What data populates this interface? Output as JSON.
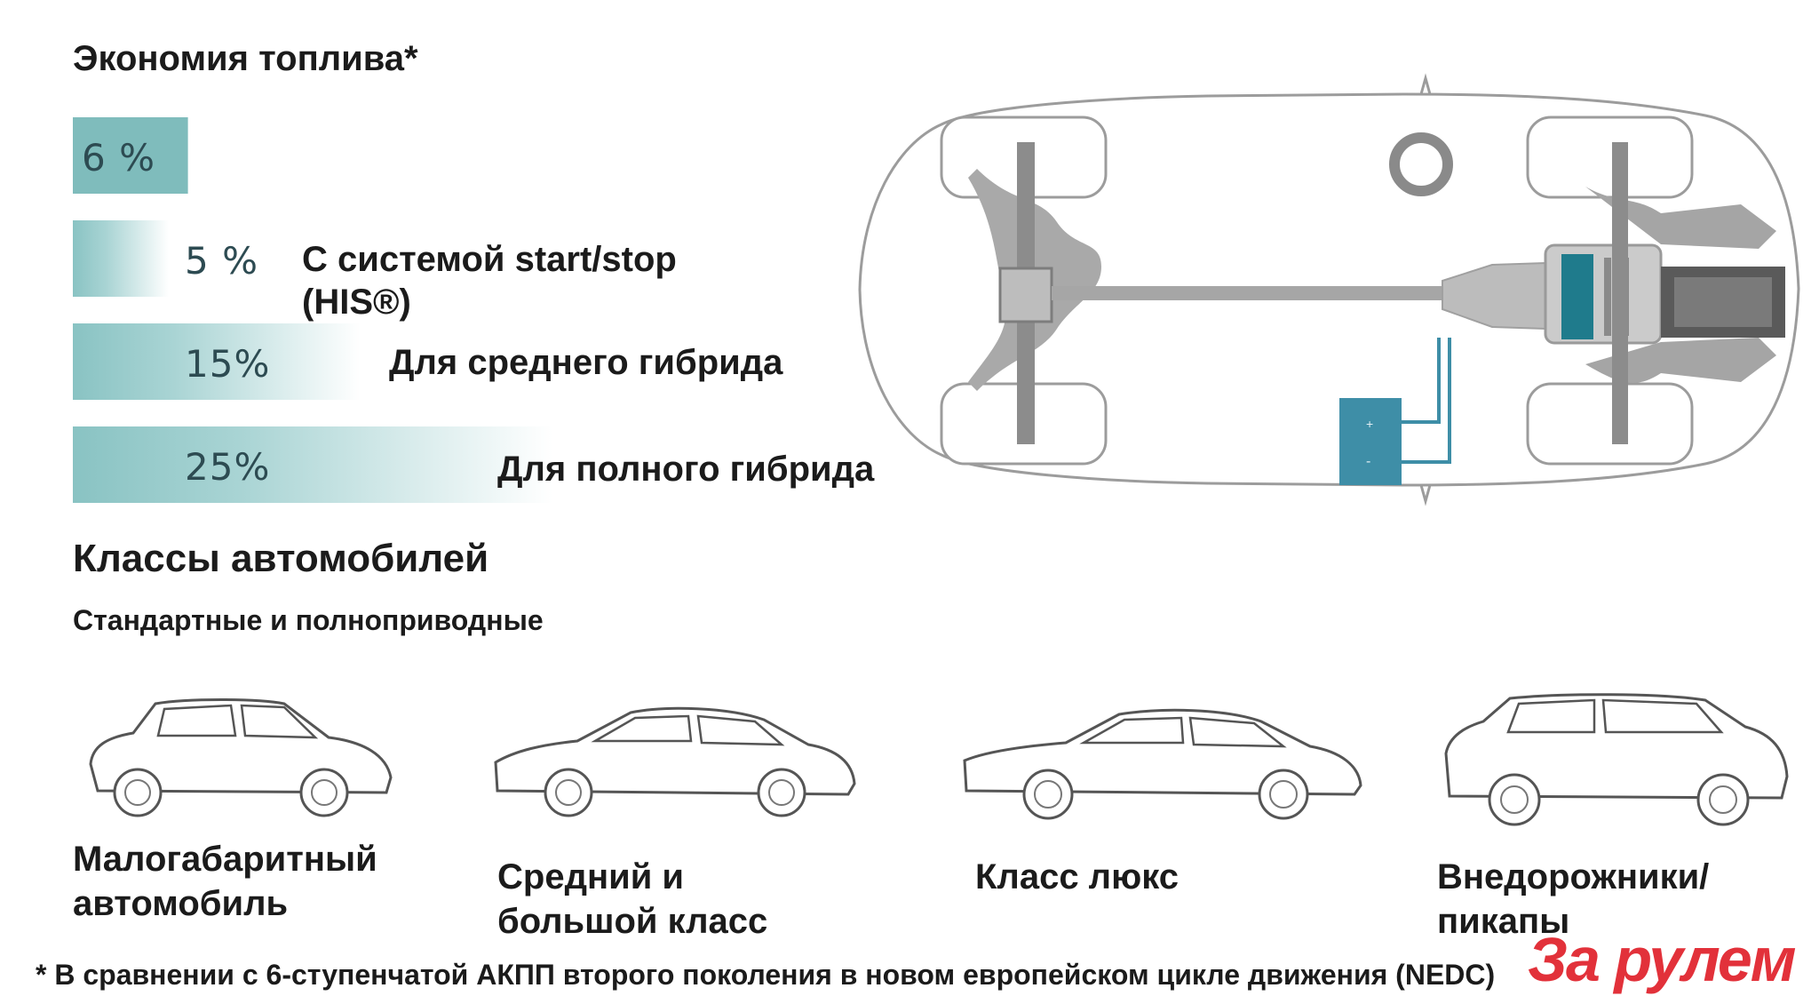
{
  "title": "Экономия топлива*",
  "chart_data": {
    "type": "bar",
    "orientation": "horizontal",
    "title": "Экономия топлива*",
    "categories": [
      "",
      "С системой start/stop (HIS®)",
      "Для среднего гибрида",
      "Для полного гибрида"
    ],
    "values": [
      6,
      5,
      15,
      25
    ],
    "value_labels": [
      "6 %",
      "5 %",
      "15%",
      "25%"
    ],
    "unit": "%",
    "xlim": [
      0,
      25
    ],
    "grid": false,
    "bar_color": "#7fbcbc"
  },
  "labels": {
    "bar2_line1": "С системой start/stop",
    "bar2_line2": "(HIS®)",
    "bar3": "Для среднего гибрида",
    "bar4": "Для полного гибрида"
  },
  "section": {
    "title": "Классы автомобилей",
    "subtitle": "Стандартные и полноприводные"
  },
  "classes": [
    {
      "line1": "Малогабаритный",
      "line2": "автомобиль"
    },
    {
      "line1": "Средний и",
      "line2": "большой класс"
    },
    {
      "line1": "Класс люкс",
      "line2": ""
    },
    {
      "line1": "Внедорожники/",
      "line2": "пикапы"
    }
  ],
  "footnote": "* В сравнении с 6-ступенчатой АКПП второго поколения в новом европейском цикле движения (NEDC)",
  "logo": "За рулем",
  "battery": {
    "plus": "+",
    "minus": "-"
  }
}
